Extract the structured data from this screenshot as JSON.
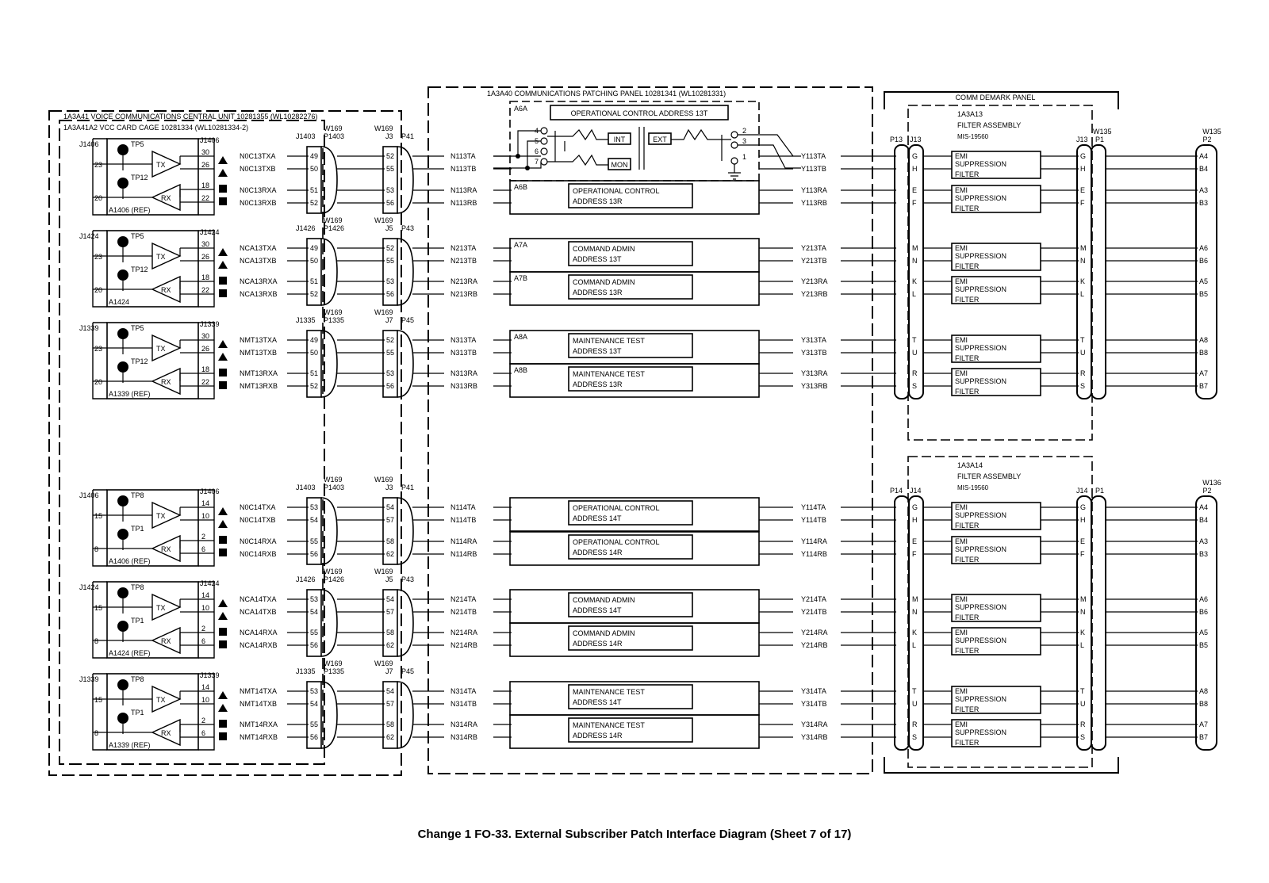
{
  "voice_unit": {
    "title": "1A3A41 VOICE COMMUNICATIONS CENTRAL UNIT 10281355 (WL10282276)",
    "cage_title": "1A3A41A2 VCC CARD CAGE 10281334 (WL10281334-2)"
  },
  "patch_panel": {
    "title": "1A3A40 COMMUNICATIONS PATCHING PANEL 10281341 (WL10281331)"
  },
  "demark": {
    "title": "COMM DEMARK PANEL"
  },
  "a6a": {
    "label": "A6A",
    "title": "OPERATIONAL CONTROL ADDRESS 13T",
    "int": "INT",
    "ext": "EXT",
    "mon": "MON",
    "pins_left": [
      "4",
      "5",
      "6",
      "7"
    ],
    "pins_right": [
      "2",
      "3",
      "1"
    ]
  },
  "groups": [
    {
      "filter_ref": "1A3A13",
      "filter_title": "FILTER ASSEMBLY",
      "filter_part": "MIS-19560",
      "pconn": "P13",
      "jconn": "J13",
      "jconn2": "J13",
      "p1": "P1",
      "w": "W135",
      "p2": "P2",
      "w2": "W135",
      "cards": [
        {
          "jack": "J1406",
          "tp_a": "TP5",
          "tp_b": "TP12",
          "pin_a": "23",
          "pin_b": "20",
          "pins": [
            "30",
            "26",
            "18",
            "22"
          ],
          "ref": "A1406 (REF)",
          "jc": "J1403",
          "pc": "P1403",
          "w1": "W169",
          "w2": "W169",
          "j3": "J3",
          "p4": "P41"
        },
        {
          "jack": "J1424",
          "tp_a": "TP5",
          "tp_b": "TP12",
          "pin_a": "23",
          "pin_b": "20",
          "pins": [
            "30",
            "26",
            "18",
            "22"
          ],
          "ref": "A1424",
          "jc": "J1426",
          "pc": "P1426",
          "w1": "W169",
          "w2": "W169",
          "j3": "J5",
          "p4": "P43"
        },
        {
          "jack": "J1339",
          "tp_a": "TP5",
          "tp_b": "TP12",
          "pin_a": "23",
          "pin_b": "20",
          "pins": [
            "30",
            "26",
            "18",
            "22"
          ],
          "ref": "A1339 (REF)",
          "jc": "J1335",
          "pc": "P1335",
          "w1": "W169",
          "w2": "W169",
          "j3": "J7",
          "p4": "P45"
        }
      ],
      "rows": [
        {
          "sig": [
            "N0C13TXA",
            "N0C13TXB"
          ],
          "pins1": [
            "49",
            "50"
          ],
          "pins2": [
            "52",
            "55"
          ],
          "n": [
            "N113TA",
            "N113TB"
          ],
          "y": [
            "Y113TA",
            "Y113TB"
          ],
          "block": "A6A",
          "card": [
            "",
            ""
          ],
          "conn": [
            "G",
            "H"
          ],
          "pout": [
            "A4",
            "B4"
          ],
          "emi": [
            "EMI",
            "SUPPRESSION",
            "FILTER"
          ]
        },
        {
          "sig": [
            "N0C13RXA",
            "N0C13RXB"
          ],
          "pins1": [
            "51",
            "52"
          ],
          "pins2": [
            "53",
            "56"
          ],
          "n": [
            "N113RA",
            "N113RB"
          ],
          "y": [
            "Y113RA",
            "Y113RB"
          ],
          "block": "A6B",
          "card": [
            "OPERATIONAL CONTROL",
            "ADDRESS 13R"
          ],
          "conn": [
            "E",
            "F"
          ],
          "pout": [
            "A3",
            "B3"
          ],
          "emi": [
            "EMI",
            "SUPPRESSION",
            "FILTER"
          ]
        },
        {
          "sig": [
            "NCA13TXA",
            "NCA13TXB"
          ],
          "pins1": [
            "49",
            "50"
          ],
          "pins2": [
            "52",
            "55"
          ],
          "n": [
            "N213TA",
            "N213TB"
          ],
          "y": [
            "Y213TA",
            "Y213TB"
          ],
          "block": "A7A",
          "card": [
            "COMMAND ADMIN",
            "ADDRESS 13T"
          ],
          "conn": [
            "M",
            "N"
          ],
          "pout": [
            "A6",
            "B6"
          ],
          "emi": [
            "EMI",
            "SUPPRESSION",
            "FILTER"
          ]
        },
        {
          "sig": [
            "NCA13RXA",
            "NCA13RXB"
          ],
          "pins1": [
            "51",
            "52"
          ],
          "pins2": [
            "53",
            "56"
          ],
          "n": [
            "N213RA",
            "N213RB"
          ],
          "y": [
            "Y213RA",
            "Y213RB"
          ],
          "block": "A7B",
          "card": [
            "COMMAND ADMIN",
            "ADDRESS 13R"
          ],
          "conn": [
            "K",
            "L"
          ],
          "pout": [
            "A5",
            "B5"
          ],
          "emi": [
            "EMI",
            "SUPPRESSION",
            "FILTER"
          ]
        },
        {
          "sig": [
            "NMT13TXA",
            "NMT13TXB"
          ],
          "pins1": [
            "49",
            "50"
          ],
          "pins2": [
            "52",
            "55"
          ],
          "n": [
            "N313TA",
            "N313TB"
          ],
          "y": [
            "Y313TA",
            "Y313TB"
          ],
          "block": "A8A",
          "card": [
            "MAINTENANCE TEST",
            "ADDRESS 13T"
          ],
          "conn": [
            "T",
            "U"
          ],
          "pout": [
            "A8",
            "B8"
          ],
          "emi": [
            "EMI",
            "SUPPRESSION",
            "FILTER"
          ]
        },
        {
          "sig": [
            "NMT13RXA",
            "NMT13RXB"
          ],
          "pins1": [
            "51",
            "52"
          ],
          "pins2": [
            "53",
            "56"
          ],
          "n": [
            "N313RA",
            "N313RB"
          ],
          "y": [
            "Y313RA",
            "Y313RB"
          ],
          "block": "A8B",
          "card": [
            "MAINTENANCE TEST",
            "ADDRESS 13R"
          ],
          "conn": [
            "R",
            "S"
          ],
          "pout": [
            "A7",
            "B7"
          ],
          "emi": [
            "EMI",
            "SUPPRESSION",
            "FILTER"
          ]
        }
      ]
    },
    {
      "filter_ref": "1A3A14",
      "filter_title": "FILTER ASSEMBLY",
      "filter_part": "MIS-19560",
      "pconn": "P14",
      "jconn": "J14",
      "jconn2": "J14",
      "p1": "P1",
      "w": "",
      "p2": "P2",
      "w2": "W136",
      "cards": [
        {
          "jack": "J1406",
          "tp_a": "TP8",
          "tp_b": "TP1",
          "pin_a": "15",
          "pin_b": "8",
          "pins": [
            "14",
            "10",
            "2",
            "6"
          ],
          "ref": "A1406 (REF)",
          "jc": "J1403",
          "pc": "P1403",
          "w1": "W169",
          "w2": "W169",
          "j3": "J3",
          "p4": "P41"
        },
        {
          "jack": "J1424",
          "tp_a": "TP8",
          "tp_b": "TP1",
          "pin_a": "15",
          "pin_b": "8",
          "pins": [
            "14",
            "10",
            "2",
            "6"
          ],
          "ref": "A1424 (REF)",
          "jc": "J1426",
          "pc": "P1426",
          "w1": "W169",
          "w2": "W169",
          "j3": "J5",
          "p4": "P43"
        },
        {
          "jack": "J1339",
          "tp_a": "TP8",
          "tp_b": "TP1",
          "pin_a": "15",
          "pin_b": "8",
          "pins": [
            "14",
            "10",
            "2",
            "6"
          ],
          "ref": "A1339 (REF)",
          "jc": "J1335",
          "pc": "P1335",
          "w1": "W169",
          "w2": "W169",
          "j3": "J7",
          "p4": "P45"
        }
      ],
      "rows": [
        {
          "sig": [
            "N0C14TXA",
            "N0C14TXB"
          ],
          "pins1": [
            "53",
            "54"
          ],
          "pins2": [
            "54",
            "57"
          ],
          "n": [
            "N114TA",
            "N114TB"
          ],
          "y": [
            "Y114TA",
            "Y114TB"
          ],
          "block": "",
          "card": [
            "OPERATIONAL CONTROL",
            "ADDRESS 14T"
          ],
          "conn": [
            "G",
            "H"
          ],
          "pout": [
            "A4",
            "B4"
          ],
          "emi": [
            "EMI",
            "SUPPRESSION",
            "FILTER"
          ]
        },
        {
          "sig": [
            "N0C14RXA",
            "N0C14RXB"
          ],
          "pins1": [
            "55",
            "56"
          ],
          "pins2": [
            "58",
            "62"
          ],
          "n": [
            "N114RA",
            "N114RB"
          ],
          "y": [
            "Y114RA",
            "Y114RB"
          ],
          "block": "",
          "card": [
            "OPERATIONAL CONTROL",
            "ADDRESS 14R"
          ],
          "conn": [
            "E",
            "F"
          ],
          "pout": [
            "A3",
            "B3"
          ],
          "emi": [
            "EMI",
            "SUPPRESSION",
            "FILTER"
          ]
        },
        {
          "sig": [
            "NCA14TXA",
            "NCA14TXB"
          ],
          "pins1": [
            "53",
            "54"
          ],
          "pins2": [
            "54",
            "57"
          ],
          "n": [
            "N214TA",
            "N214TB"
          ],
          "y": [
            "Y214TA",
            "Y214TB"
          ],
          "block": "",
          "card": [
            "COMMAND ADMIN",
            "ADDRESS 14T"
          ],
          "conn": [
            "M",
            "N"
          ],
          "pout": [
            "A6",
            "B6"
          ],
          "emi": [
            "EMI",
            "SUPPRESSION",
            "FILTER"
          ]
        },
        {
          "sig": [
            "NCA14RXA",
            "NCA14RXB"
          ],
          "pins1": [
            "55",
            "56"
          ],
          "pins2": [
            "58",
            "62"
          ],
          "n": [
            "N214RA",
            "N214RB"
          ],
          "y": [
            "Y214RA",
            "Y214RB"
          ],
          "block": "",
          "card": [
            "COMMAND ADMIN",
            "ADDRESS 14R"
          ],
          "conn": [
            "K",
            "L"
          ],
          "pout": [
            "A5",
            "B5"
          ],
          "emi": [
            "EMI",
            "SUPPRESSION",
            "FILTER"
          ]
        },
        {
          "sig": [
            "NMT14TXA",
            "NMT14TXB"
          ],
          "pins1": [
            "53",
            "54"
          ],
          "pins2": [
            "54",
            "57"
          ],
          "n": [
            "N314TA",
            "N314TB"
          ],
          "y": [
            "Y314TA",
            "Y314TB"
          ],
          "block": "",
          "card": [
            "MAINTENANCE TEST",
            "ADDRESS 14T"
          ],
          "conn": [
            "T",
            "U"
          ],
          "pout": [
            "A8",
            "B8"
          ],
          "emi": [
            "EMI",
            "SUPPRESSION",
            "FILTER"
          ]
        },
        {
          "sig": [
            "NMT14RXA",
            "NMT14RXB"
          ],
          "pins1": [
            "55",
            "56"
          ],
          "pins2": [
            "58",
            "62"
          ],
          "n": [
            "N314RA",
            "N314RB"
          ],
          "y": [
            "Y314RA",
            "Y314RB"
          ],
          "block": "",
          "card": [
            "MAINTENANCE TEST",
            "ADDRESS 14R"
          ],
          "conn": [
            "R",
            "S"
          ],
          "pout": [
            "A7",
            "B7"
          ],
          "emi": [
            "EMI",
            "SUPPRESSION",
            "FILTER"
          ]
        }
      ]
    }
  ],
  "amp": {
    "tx": "TX",
    "rx": "RX"
  },
  "caption": "Change 1  FO-33.  External Subscriber Patch Interface Diagram (Sheet 7 of 17)"
}
